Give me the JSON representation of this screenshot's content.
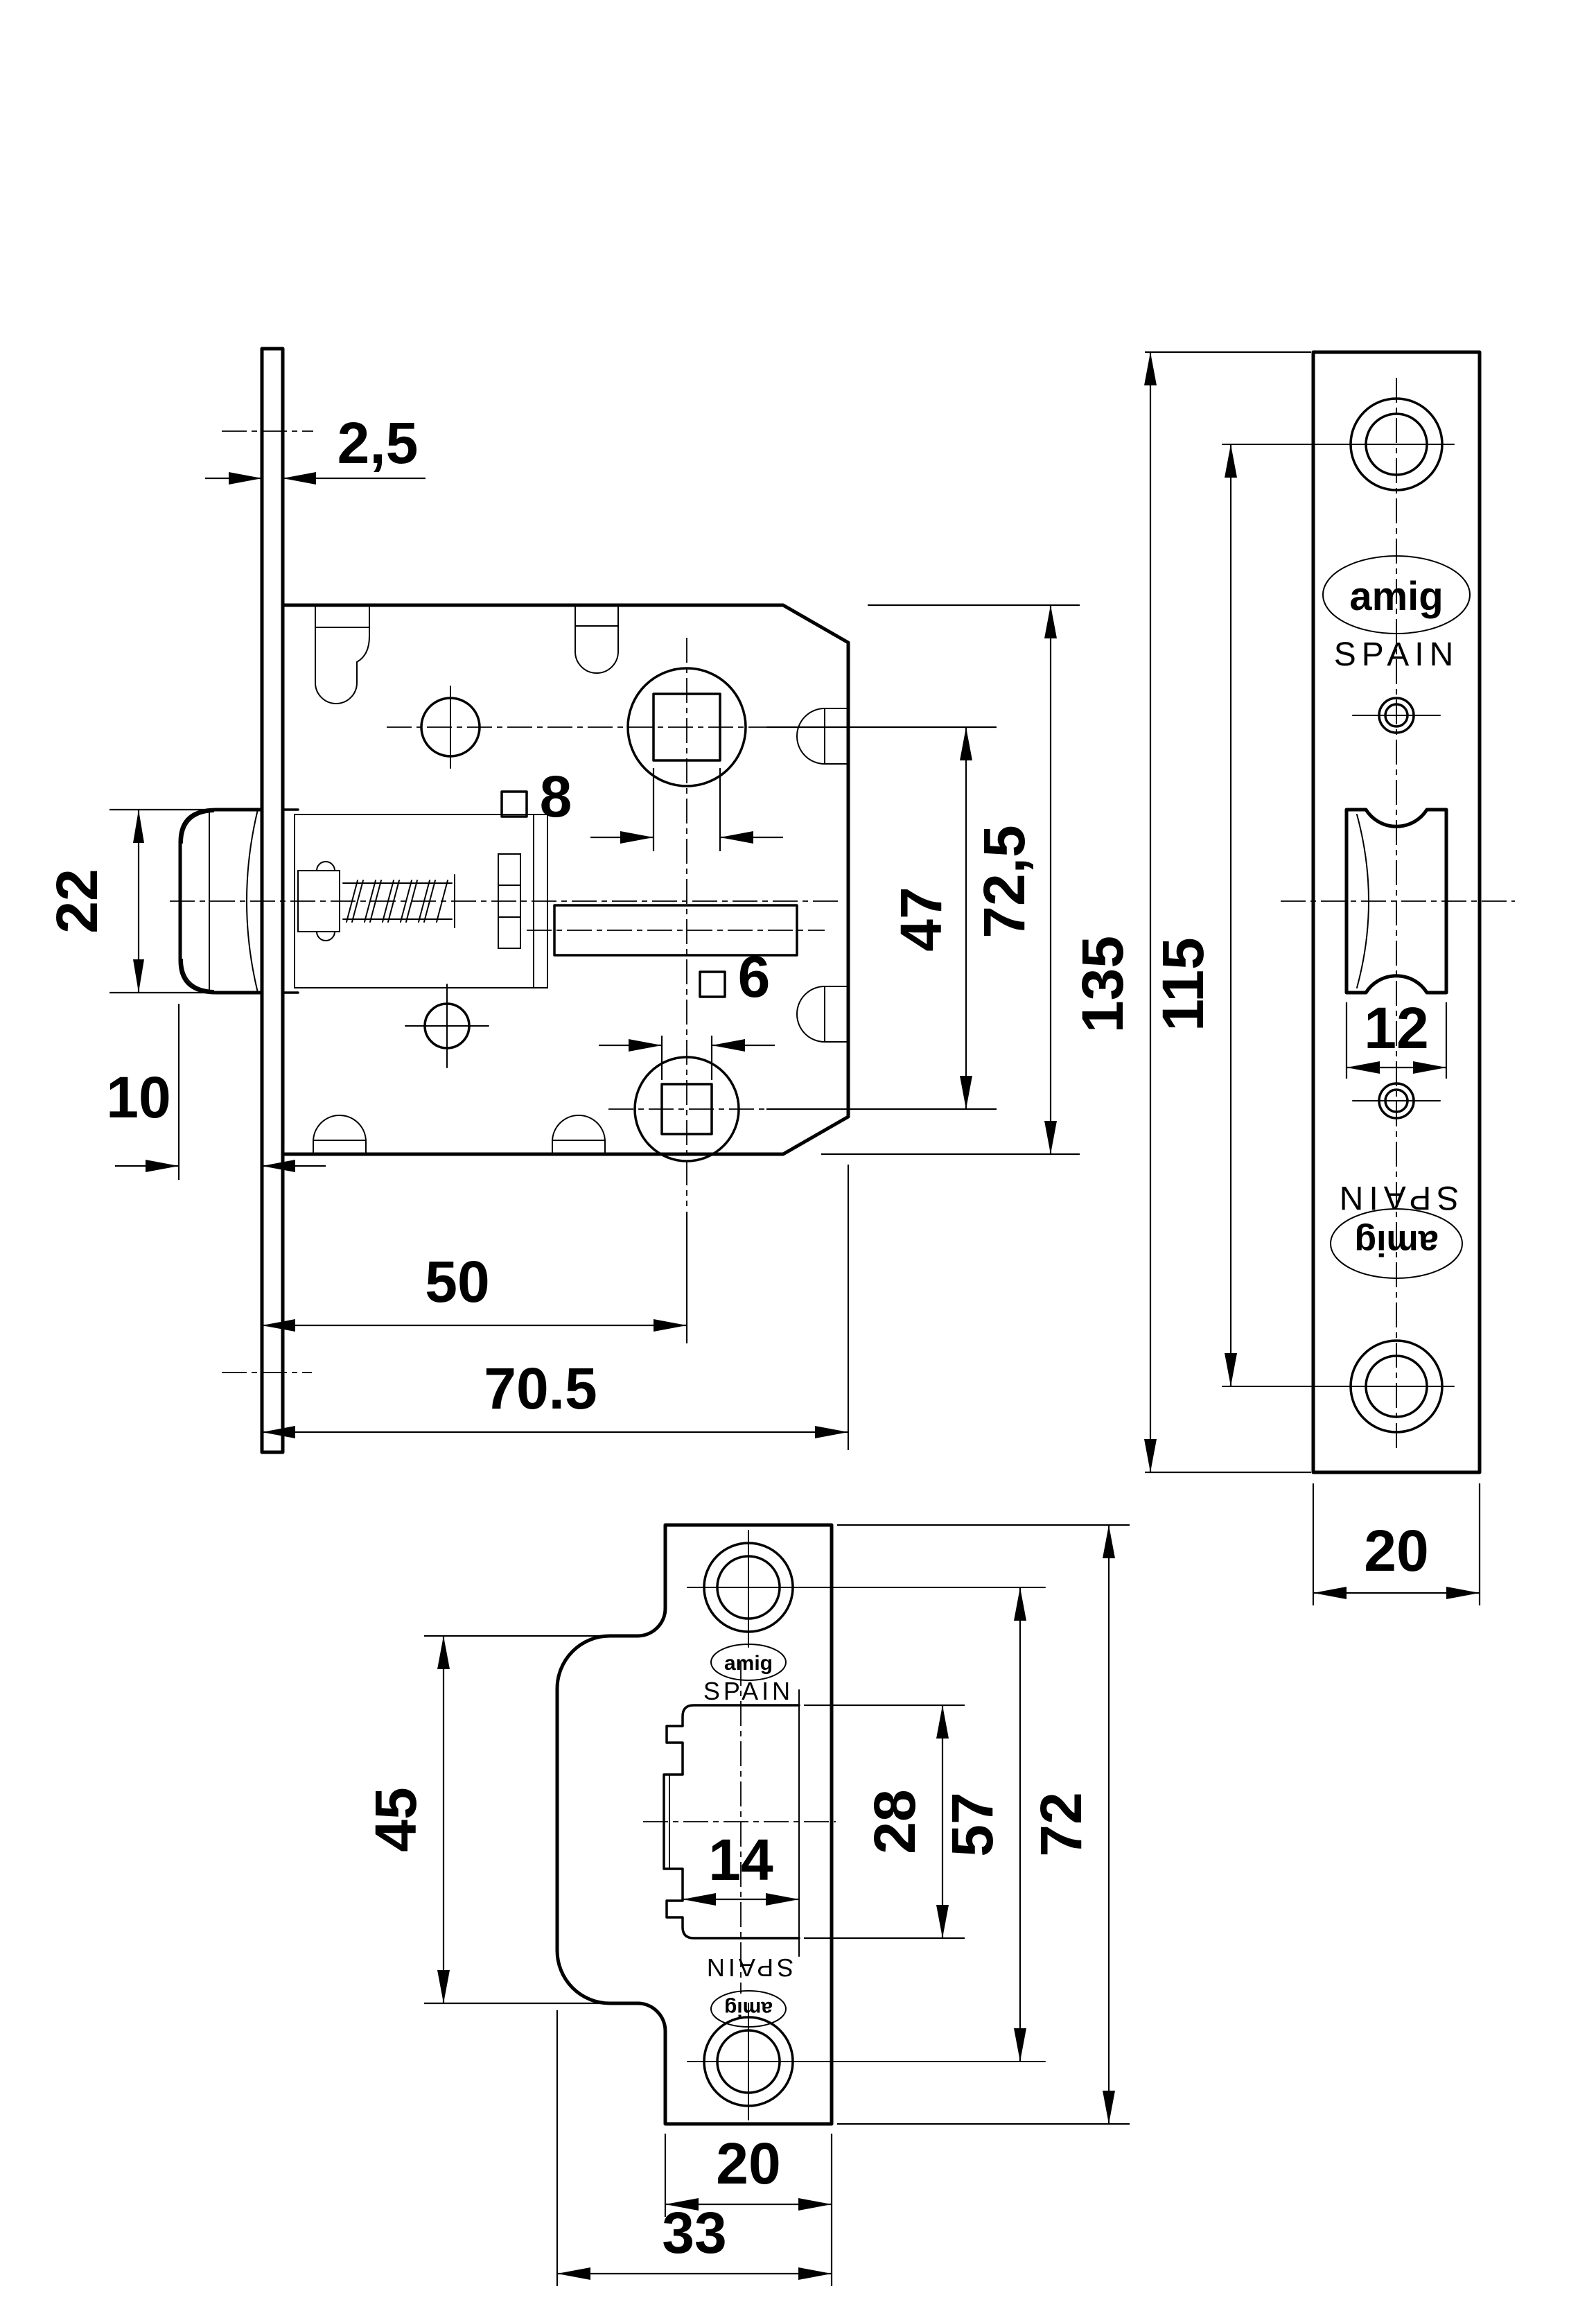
{
  "drawing": {
    "kind": "technical-drawing",
    "subject": "mortise latch lock with faceplate and strike plate",
    "ink_color": "#000000",
    "paper_color": "#ffffff",
    "views": {
      "lock_body": {
        "dims": {
          "faceplate_thickness": "2,5",
          "latch_height": "22",
          "latch_projection": "10",
          "backset": "50",
          "case_depth": "70.5",
          "spindle_top": "8",
          "spindle_bottom": "6",
          "follower_spacing": "47",
          "case_height": "72,5"
        }
      },
      "faceplate": {
        "brand_top": "amig",
        "country_top": "SPAIN",
        "brand_bottom": "amig",
        "country_bottom": "SPAIN",
        "dims": {
          "plate_height": "135",
          "screw_spacing": "115",
          "latch_width": "12",
          "plate_width": "20"
        }
      },
      "strike_plate": {
        "brand_top": "amig",
        "country_top": "SPAIN",
        "brand_bottom": "amig",
        "country_bottom": "SPAIN",
        "dims": {
          "lip_height": "45",
          "opening_width": "14",
          "opening_height": "28",
          "screw_spacing": "57",
          "plate_height": "72",
          "plate_width": "20",
          "total_width": "33"
        }
      }
    }
  }
}
